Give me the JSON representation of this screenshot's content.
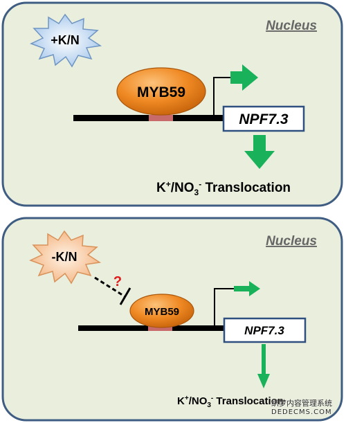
{
  "colors": {
    "panel_fill": "#e9eedd",
    "panel_border": "#3f5d82",
    "myb59_fill": "#f08a24",
    "promoter_fill": "#c96a6a",
    "arrow_green": "#19b15a",
    "gene_box_border": "#2f4f7f",
    "inhibit_question": "#e01b1b",
    "burst_plus": "#bcd6ee",
    "burst_minus": "#f7c9a2"
  },
  "panels": [
    {
      "compartment": "Nucleus",
      "condition": "+K/N",
      "protein": "MYB59",
      "gene": "NPF7.3",
      "output": {
        "k": "K",
        "k_sup": "+",
        "sep": "/NO",
        "sub": "3",
        "sup2": "-",
        "tail": " Translocation"
      }
    },
    {
      "compartment": "Nucleus",
      "condition": "-K/N",
      "protein": "MYB59",
      "gene": "NPF7.3",
      "inhibition_mark": "?",
      "output": {
        "k": "K",
        "k_sup": "+",
        "sep": "/NO",
        "sub": "3",
        "sup2": "-",
        "tail": " Translocation"
      }
    }
  ],
  "watermark": {
    "line1": "织梦内容管理系统",
    "line2": "DEDECMS.COM"
  }
}
